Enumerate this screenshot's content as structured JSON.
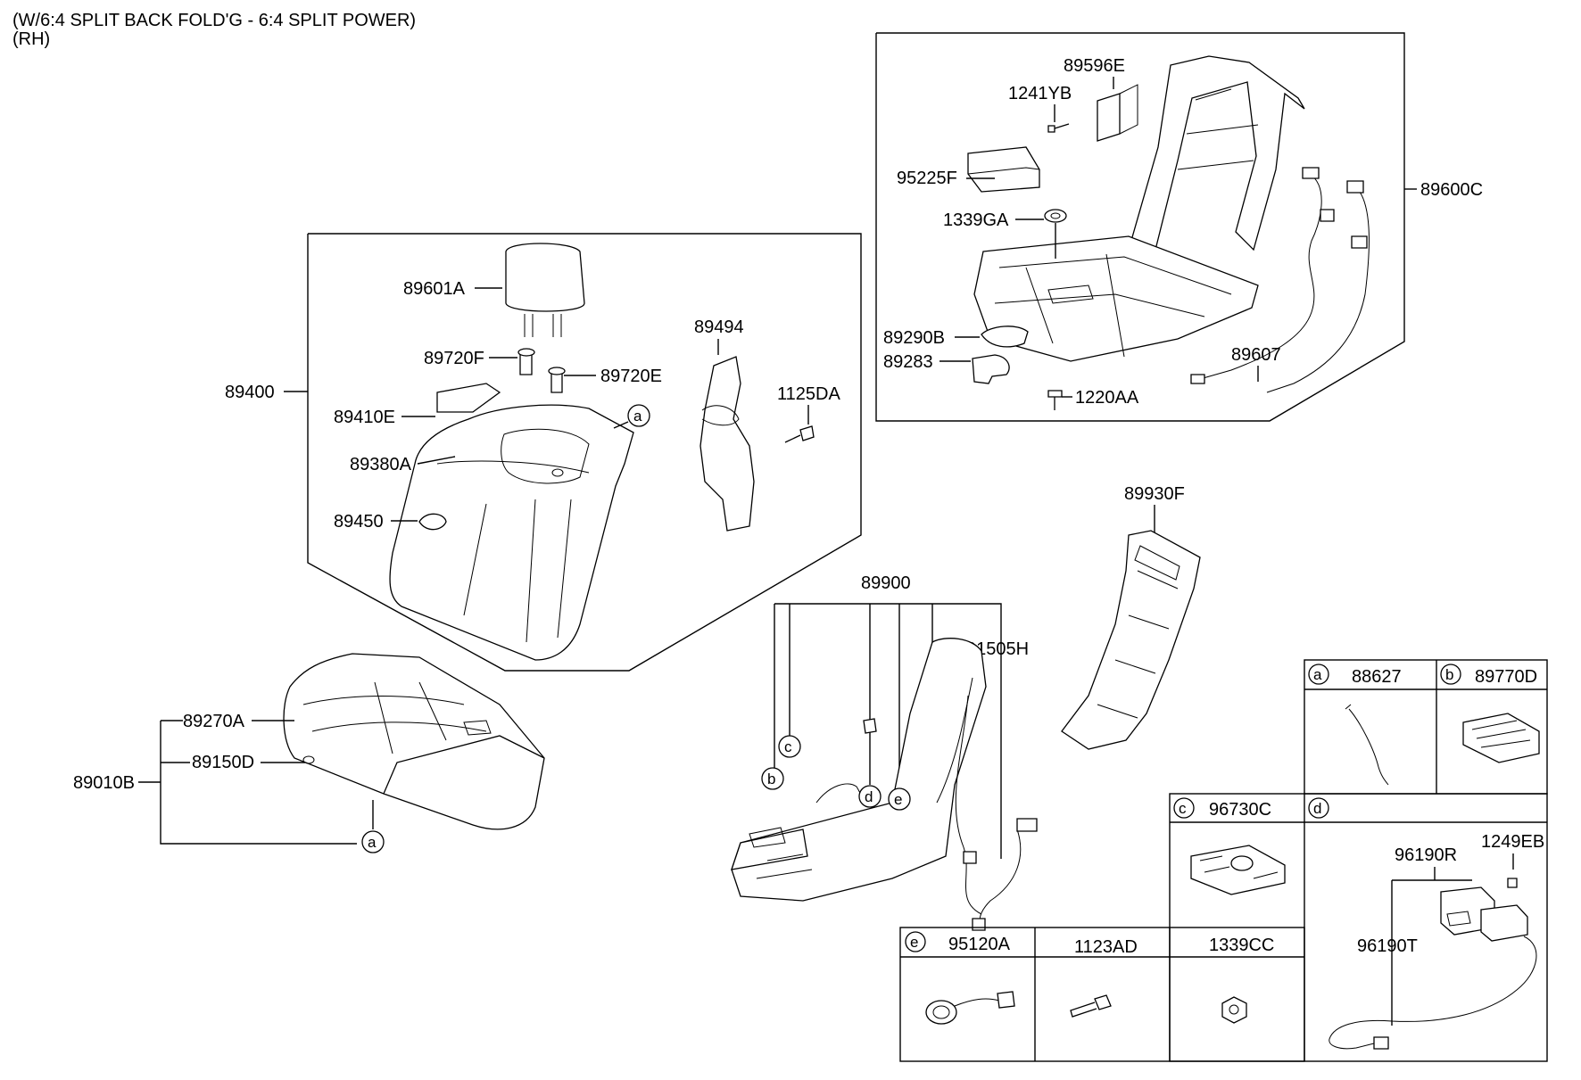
{
  "header": {
    "line1": "(W/6:4 SPLIT BACK FOLD'G - 6:4 SPLIT POWER)",
    "line2": "(RH)"
  },
  "parts": {
    "p89596E": "89596E",
    "p1241YB": "1241YB",
    "p95225F": "95225F",
    "p89600C": "89600C",
    "p1339GA": "1339GA",
    "p89290B": "89290B",
    "p89283": "89283",
    "p89607": "89607",
    "p1220AA": "1220AA",
    "p89601A": "89601A",
    "p89494": "89494",
    "p89720F": "89720F",
    "p89720E": "89720E",
    "p89400": "89400",
    "p1125DA": "1125DA",
    "p89410E": "89410E",
    "p89380A": "89380A",
    "p89450": "89450",
    "p89930F": "89930F",
    "p89900": "89900",
    "p91505H": "91505H",
    "p89270A": "89270A",
    "p89010B": "89010B",
    "p89150D": "89150D"
  },
  "callouts": {
    "a": "a",
    "b": "b",
    "c": "c",
    "d": "d",
    "e": "e"
  },
  "legend": {
    "a_part": "88627",
    "b_part": "89770D",
    "c_part": "96730C",
    "d_part_r": "96190R",
    "d_part_eb": "1249EB",
    "d_part_t": "96190T",
    "e_part": "95120A",
    "part_1123AD": "1123AD",
    "part_1339CC": "1339CC"
  }
}
